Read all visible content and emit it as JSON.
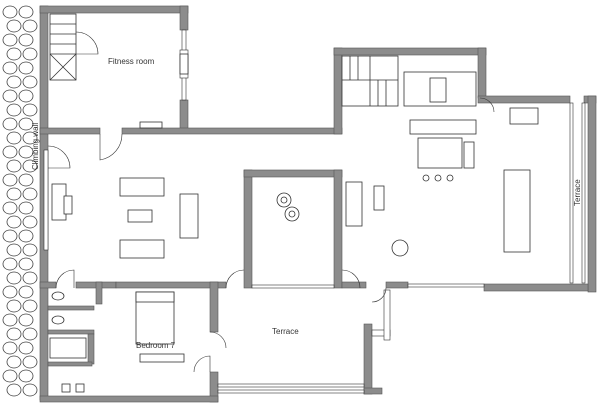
{
  "labels": {
    "fitness_room": "Fitness room",
    "climbing_wall": "Climbing wall",
    "bedroom": "Bedroom 7",
    "terrace_center": "Terrace",
    "terrace_right": "Terrace"
  },
  "colors": {
    "wall": "#8c8c8c",
    "wall_edge": "#555555",
    "line": "#333333",
    "background": "#ffffff"
  }
}
